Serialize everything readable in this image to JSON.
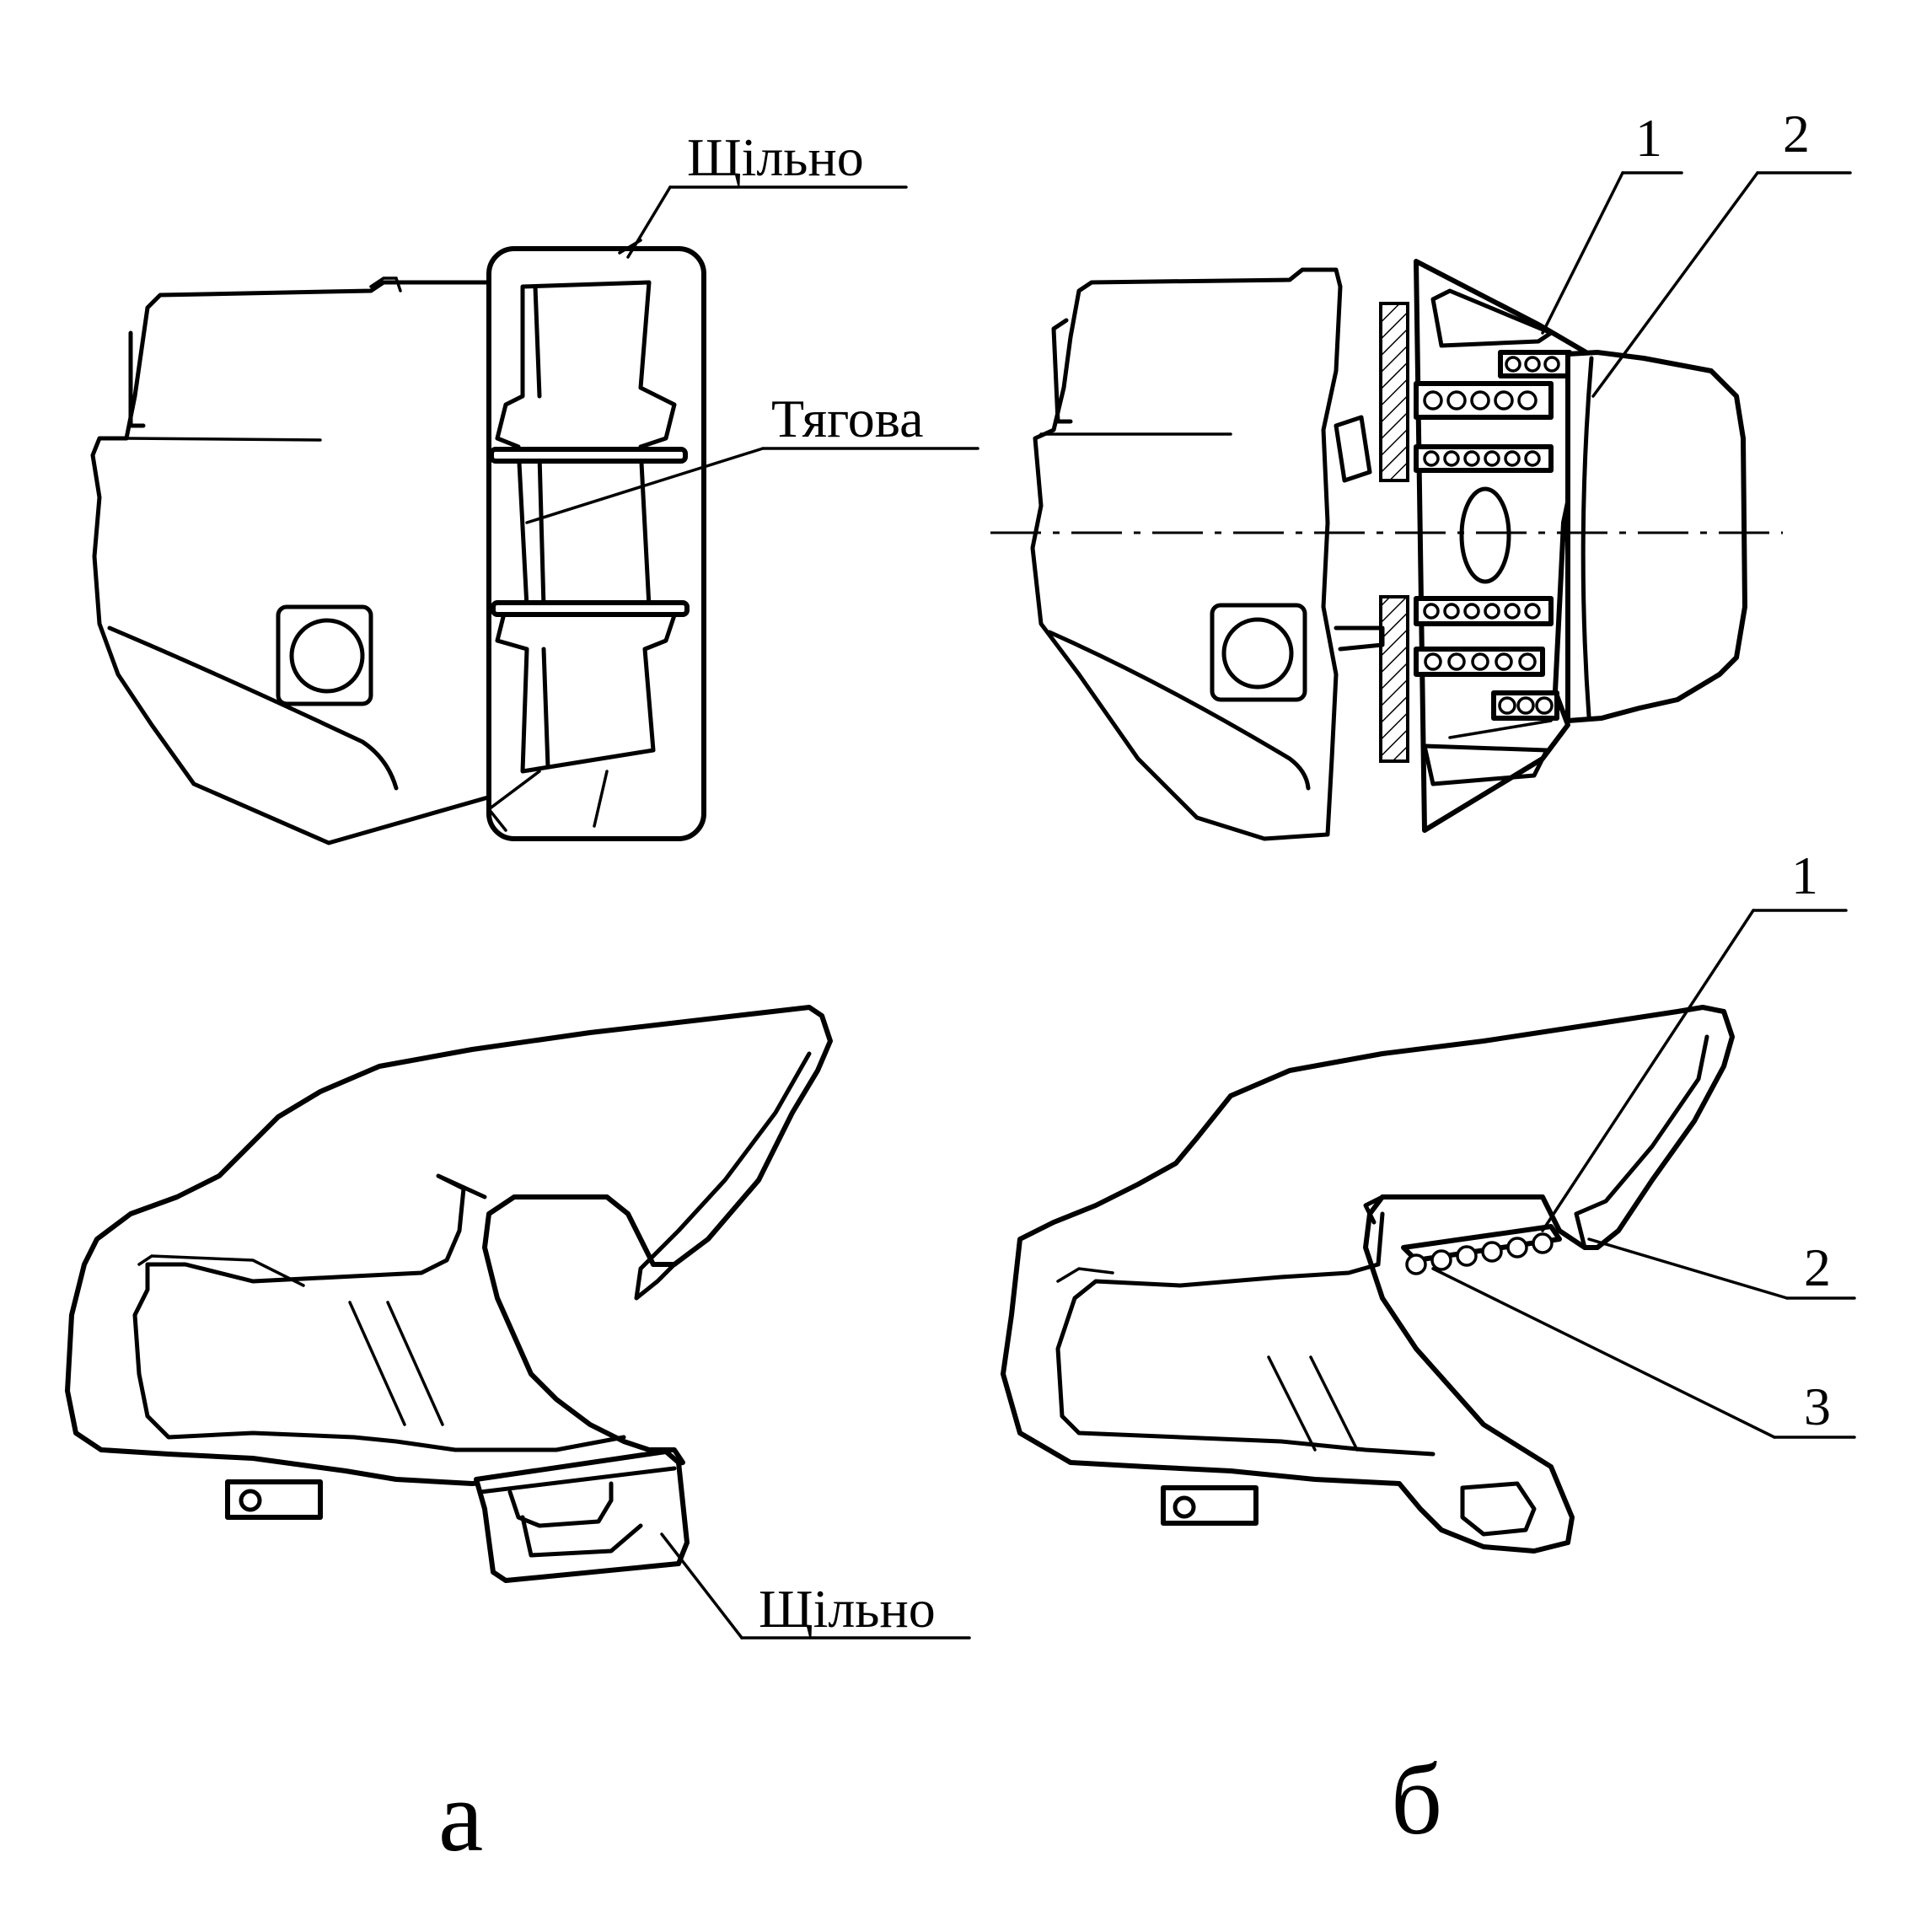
{
  "labels": {
    "tight_top": "Щільно",
    "traction": "Тягова",
    "tight_bottom": "Щільно",
    "num_1_top": "1",
    "num_2_top": "2",
    "num_1_bottom": "1",
    "num_2_bottom": "2",
    "num_3_bottom": "3",
    "caption_a": "а",
    "caption_b": "б"
  }
}
